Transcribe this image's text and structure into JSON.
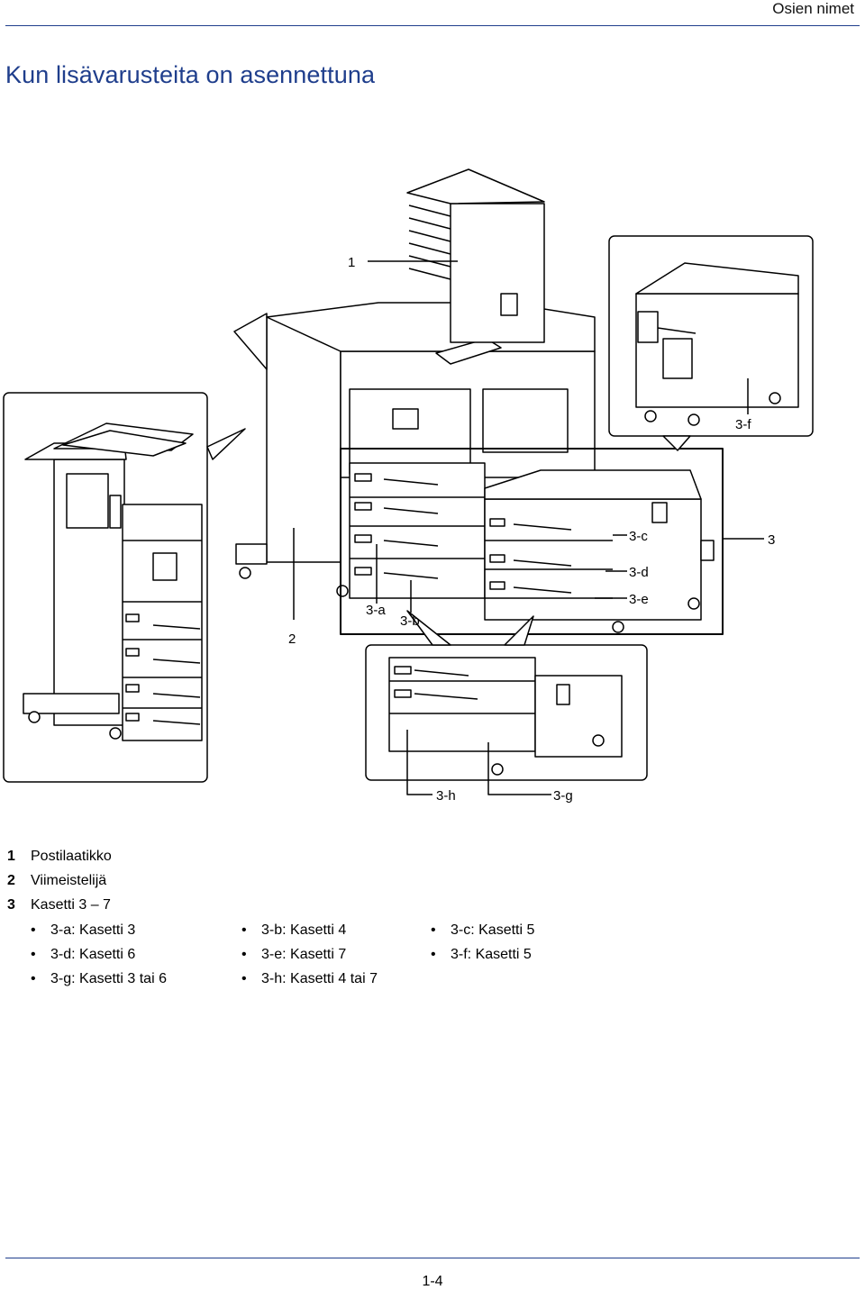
{
  "header": {
    "section": "Osien nimet"
  },
  "title": "Kun lisävarusteita on asennettuna",
  "callouts": {
    "c1": "1",
    "c2": "2",
    "c3": "3",
    "c3a": "3-a",
    "c3b": "3-b",
    "c3c": "3-c",
    "c3d": "3-d",
    "c3e": "3-e",
    "c3f": "3-f",
    "c3g": "3-g",
    "c3h": "3-h"
  },
  "legend": {
    "items": [
      {
        "num": "1",
        "text": "Postilaatikko"
      },
      {
        "num": "2",
        "text": "Viimeistelijä"
      },
      {
        "num": "3",
        "text": "Kasetti 3 – 7"
      }
    ],
    "bullet": "•",
    "sub_items": [
      "3-a: Kasetti 3",
      "3-b: Kasetti 4",
      "3-c: Kasetti 5",
      "3-d: Kasetti 6",
      "3-e: Kasetti 7",
      "3-f: Kasetti 5",
      "3-g: Kasetti 3 tai 6",
      "3-h: Kasetti 4 tai 7"
    ]
  },
  "footer": {
    "page_number": "1-4"
  }
}
